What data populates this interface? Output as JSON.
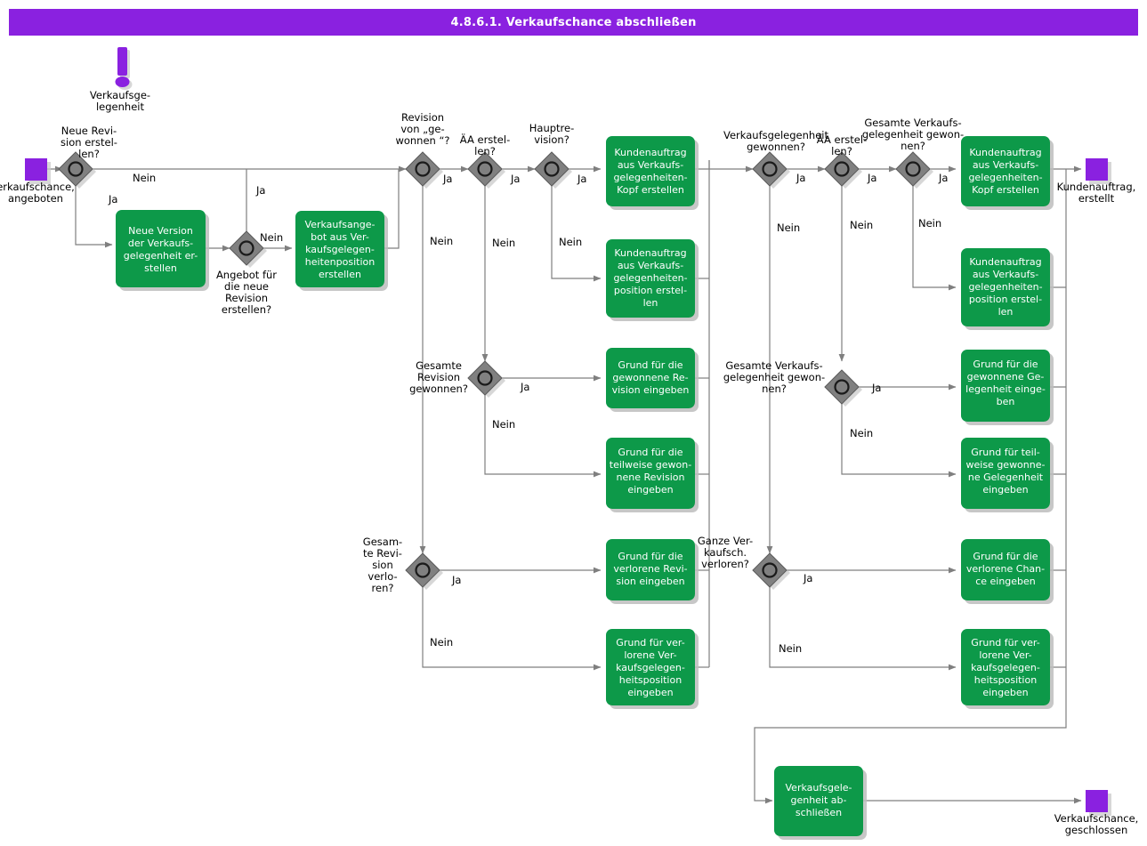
{
  "header": {
    "title": "4.8.6.1. Verkaufschance abschließen",
    "bar_color": "#8A21E0"
  },
  "palette": {
    "task_green": "#089949",
    "event_purple": "#8A21E0",
    "gateway_gray": "#808080",
    "edge_gray": "#7f7f7f"
  },
  "annotation": {
    "icon": "exclamation-mark-icon",
    "label_line1": "Verkaufsge-",
    "label_line2": "legenheit"
  },
  "events": {
    "start": {
      "name": "start-event",
      "label_line1": "erkaufschance,",
      "label_line2": "angeboten"
    },
    "end_order": {
      "name": "end-event-kundenauftrag",
      "label_line1": "Kundenauftrag,",
      "label_line2": "erstellt"
    },
    "end_closed": {
      "name": "end-event-verkaufschance",
      "label_line1": "Verkaufschance,",
      "label_line2": "geschlossen"
    }
  },
  "gateways": [
    {
      "id": "g1",
      "name": "gateway-neue-revision-erstellen",
      "lines": [
        "Neue Revi-",
        "sion erstel-",
        "len?"
      ]
    },
    {
      "id": "g2",
      "name": "gateway-angebot-fuer-neue-revision",
      "lines": [
        "Angebot für",
        "die neue",
        "Revision",
        "erstellen?"
      ]
    },
    {
      "id": "g3",
      "name": "gateway-revision-von-gewonnen",
      "lines": [
        "Revision",
        "von  „ge-",
        "wonnen “?"
      ]
    },
    {
      "id": "g4",
      "name": "gateway-aa-erstellen-links",
      "lines": [
        "ÄA erstel-",
        "len?"
      ]
    },
    {
      "id": "g5",
      "name": "gateway-hauptrevision",
      "lines": [
        "Hauptre-",
        "vision?"
      ]
    },
    {
      "id": "g6",
      "name": "gateway-gesamte-revision-gewonnen",
      "lines": [
        "Gesamte",
        "Revision",
        "gewonnen?"
      ]
    },
    {
      "id": "g7",
      "name": "gateway-gesamte-revision-verloren",
      "lines": [
        "Gesam-",
        "te Revi-",
        "sion",
        "verlo-",
        "ren?"
      ]
    },
    {
      "id": "g8",
      "name": "gateway-verkaufsgelegenheit-gewonnen",
      "lines": [
        "Verkaufsgelegenheit",
        "gewonnen?"
      ]
    },
    {
      "id": "g9",
      "name": "gateway-aa-erstellen-rechts",
      "lines": [
        "ÄA erstel-",
        "len?"
      ]
    },
    {
      "id": "g10",
      "name": "gateway-gesamte-verkaufsgelegenheit-gewonnen",
      "lines": [
        "Gesamte   Verkaufs-",
        "gelegenheit   gewon-",
        "nen?"
      ]
    },
    {
      "id": "g11",
      "name": "gateway-gesamte-verkaufsgelegenheit-gewonnen-2",
      "lines": [
        "Gesamte   Verkaufs-",
        "gelegenheit   gewon-",
        "nen?"
      ]
    },
    {
      "id": "g12",
      "name": "gateway-ganze-verkaufschance-verloren",
      "lines": [
        "Ganze  Ver-",
        "kaufsch.",
        "verloren?"
      ]
    }
  ],
  "tasks": [
    {
      "id": "t1",
      "name": "task-neue-version-erstellen",
      "lines": [
        "Neue Version",
        "der   Verkaufs-",
        "gelegenheit   er-",
        "stellen"
      ]
    },
    {
      "id": "t2",
      "name": "task-verkaufsangebot-erstellen",
      "lines": [
        "Verkaufsange-",
        "bot  aus  Ver-",
        "kaufsgelegen-",
        "heitenposition",
        "erstellen"
      ]
    },
    {
      "id": "t3",
      "name": "task-kundenauftrag-kopf-mitte",
      "lines": [
        "Kundenauftrag",
        "aus   Verkaufs-",
        "gelegenheiten-",
        "Kopf erstellen"
      ]
    },
    {
      "id": "t4",
      "name": "task-kundenauftrag-position-mitte",
      "lines": [
        "Kundenauftrag",
        "aus   Verkaufs-",
        "gelegenheiten-",
        "position   erstel-",
        "len"
      ]
    },
    {
      "id": "t5",
      "name": "task-grund-gewonnene-revision",
      "lines": [
        "Grund für die",
        "gewonnene Re-",
        "vision eingeben"
      ]
    },
    {
      "id": "t6",
      "name": "task-grund-teilweise-gewonnene-revision",
      "lines": [
        "Grund für die",
        "teilweise gewon-",
        "nene Revision",
        "eingeben"
      ]
    },
    {
      "id": "t7",
      "name": "task-grund-verlorene-revision",
      "lines": [
        "Grund für die",
        "verlorene Revi-",
        "sion eingeben"
      ]
    },
    {
      "id": "t8",
      "name": "task-grund-verlorene-vg-position-mitte",
      "lines": [
        "Grund für   ver-",
        "lorene   Ver-",
        "kaufsgelegen-",
        "heitsposition",
        "eingeben"
      ]
    },
    {
      "id": "t9",
      "name": "task-kundenauftrag-kopf-rechts",
      "lines": [
        "Kundenauftrag",
        "aus   Verkaufs-",
        "gelegenheiten-",
        "Kopf erstellen"
      ]
    },
    {
      "id": "t10",
      "name": "task-kundenauftrag-position-rechts",
      "lines": [
        "Kundenauftrag",
        "aus   Verkaufs-",
        "gelegenheiten-",
        "position   erstel-",
        "len"
      ]
    },
    {
      "id": "t11",
      "name": "task-grund-gewonnene-gelegenheit",
      "lines": [
        "Grund für die",
        "gewonnene Ge-",
        "legenheit einge-",
        "ben"
      ]
    },
    {
      "id": "t12",
      "name": "task-grund-teilweise-gewonnene-gelegenheit",
      "lines": [
        "Grund für teil-",
        "weise gewonne-",
        "ne Gelegenheit",
        "eingeben"
      ]
    },
    {
      "id": "t13",
      "name": "task-grund-verlorene-chance",
      "lines": [
        "Grund für die",
        "verlorene Chan-",
        "ce eingeben"
      ]
    },
    {
      "id": "t14",
      "name": "task-grund-verlorene-vg-position-rechts",
      "lines": [
        "Grund für   ver-",
        "lorene   Ver-",
        "kaufsgelegen-",
        "heitsposition",
        "eingeben"
      ]
    },
    {
      "id": "t15",
      "name": "task-verkaufsgelegenheit-abschliessen",
      "lines": [
        "Verkaufsgele-",
        "genheit  ab-",
        "schließen"
      ]
    }
  ],
  "edge_labels": {
    "yes": "Ja",
    "no": "Nein"
  }
}
